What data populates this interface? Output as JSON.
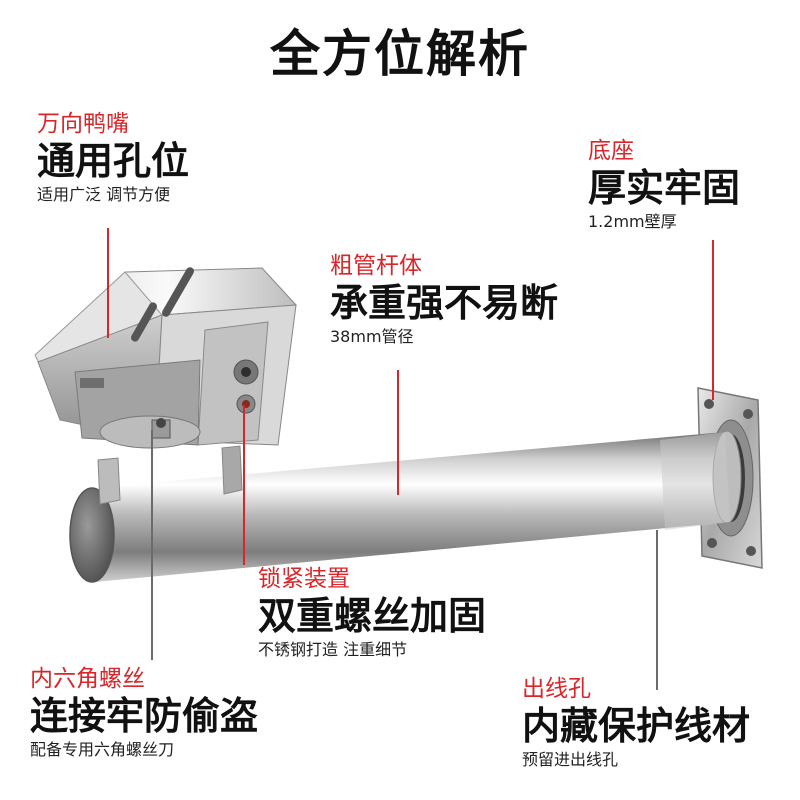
{
  "title": "全方位解析",
  "callouts": {
    "swivel": {
      "tag": "万向鸭嘴",
      "heading": "通用孔位",
      "sub": "适用广泛 调节方便"
    },
    "base": {
      "tag": "底座",
      "heading": "厚实牢固",
      "sub": "1.2mm壁厚"
    },
    "tube": {
      "tag": "粗管杆体",
      "heading": "承重强不易断",
      "sub": "38mm管径"
    },
    "lock": {
      "tag": "锁紧装置",
      "heading": "双重螺丝加固",
      "sub": "不锈钢打造 注重细节"
    },
    "screw": {
      "tag": "内六角螺丝",
      "heading": "连接牢防偷盗",
      "sub": "配备专用六角螺丝刀"
    },
    "cable": {
      "tag": "出线孔",
      "heading": "内藏保护线材",
      "sub": "预留进出线孔"
    }
  },
  "colors": {
    "accent": "#d9262a",
    "steel_light": "#f2f2f2",
    "steel_dark": "#8a8a8a"
  }
}
